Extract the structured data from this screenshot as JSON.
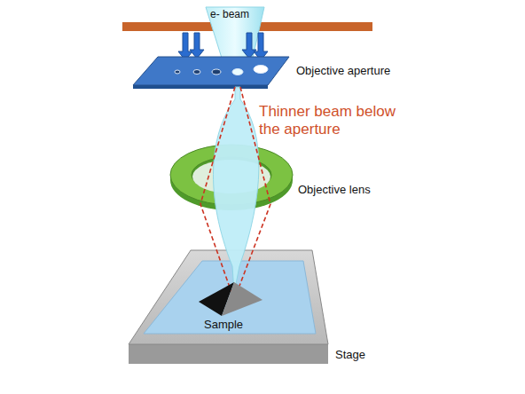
{
  "diagram": {
    "labels": [
      "e- beam",
      "Objective aperture",
      "Thinner beam below the aperture",
      "Objective lens",
      "Sample",
      "Stage"
    ]
  }
}
